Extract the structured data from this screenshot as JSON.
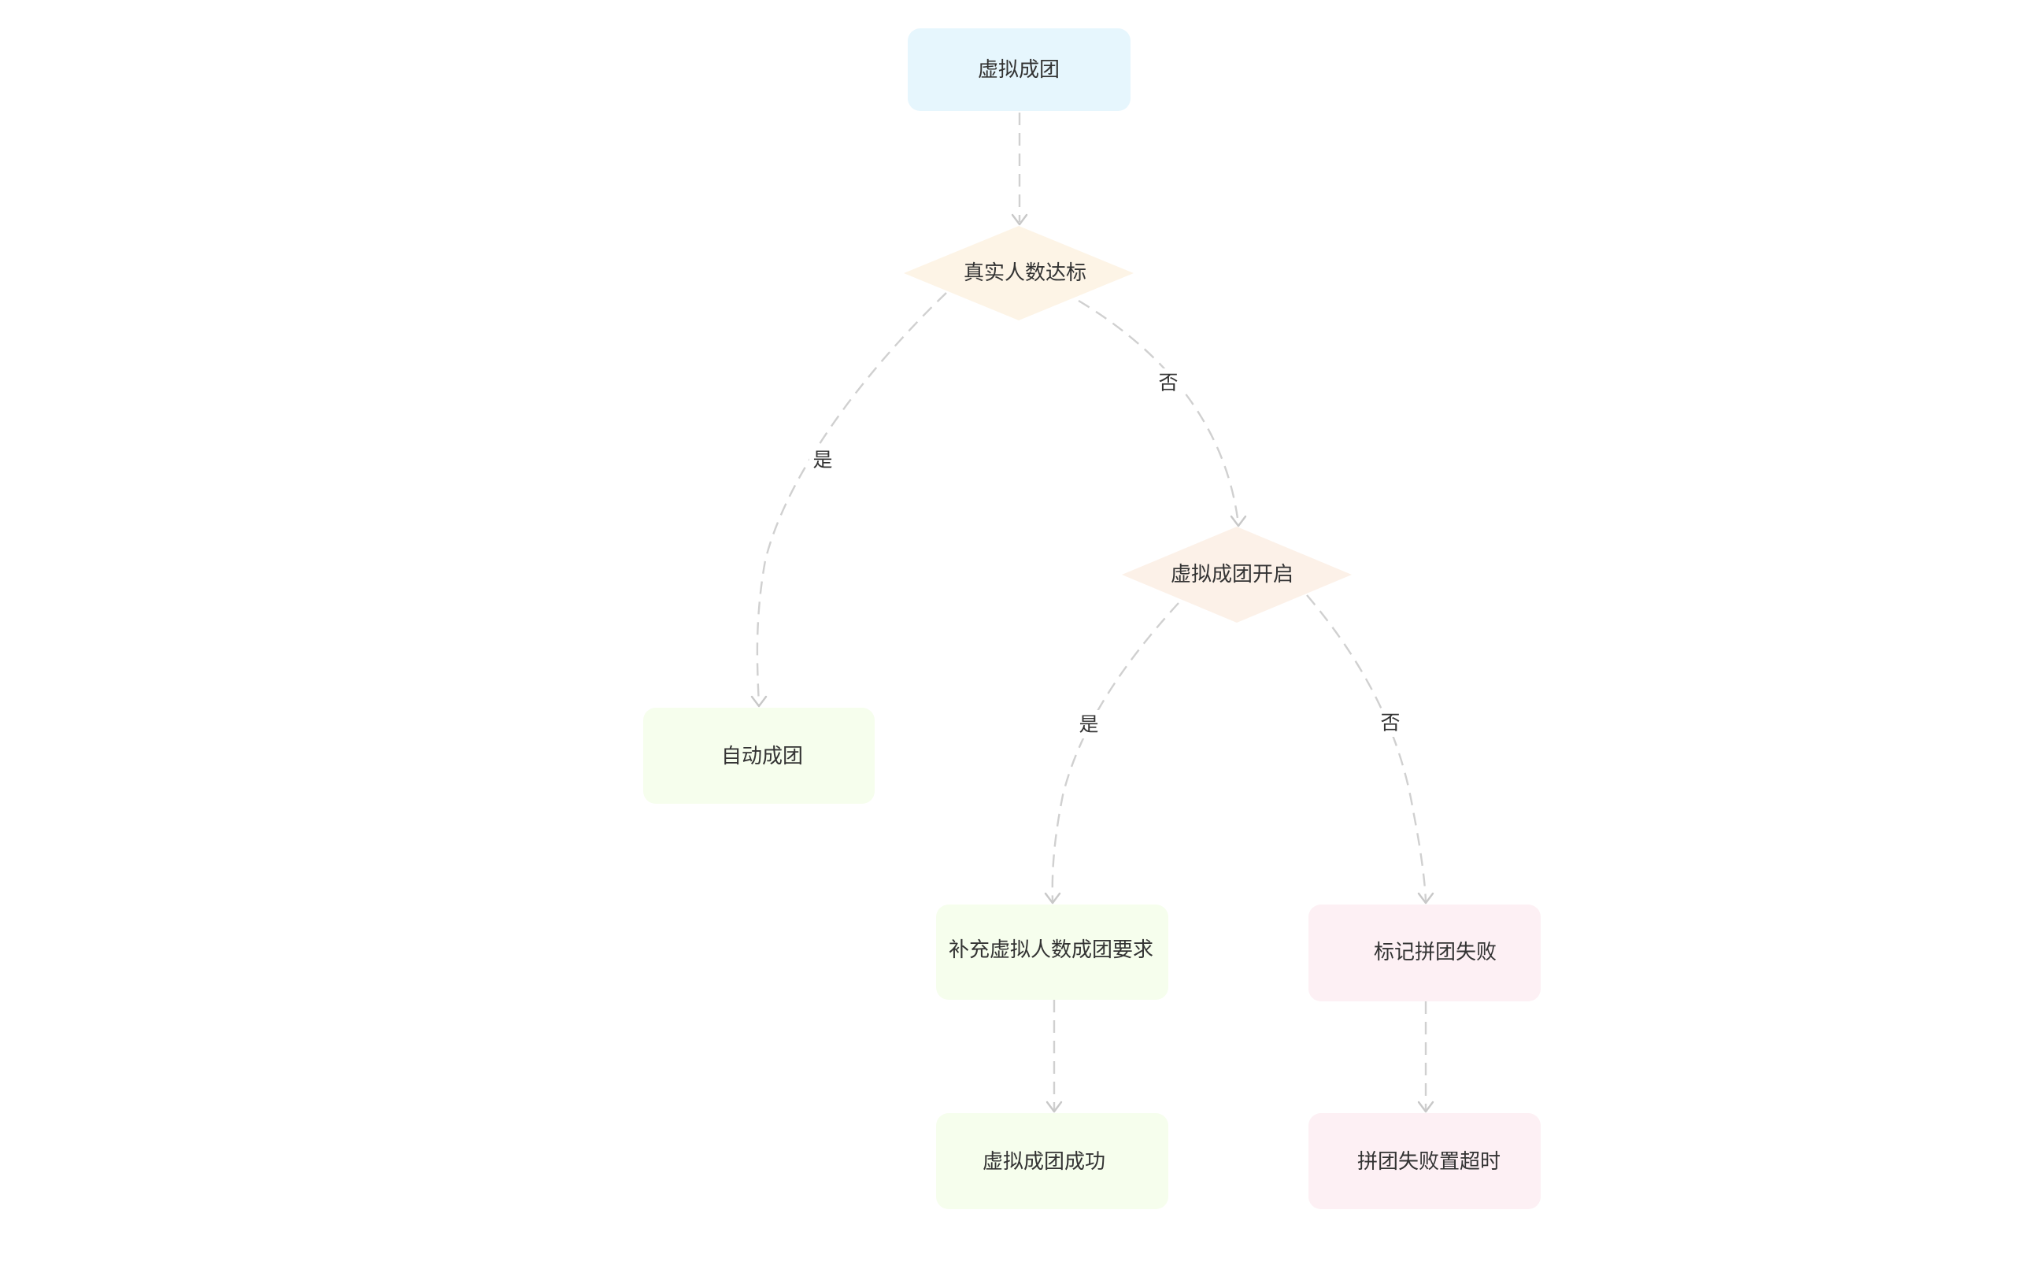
{
  "colors": {
    "start": "#e6f6fd",
    "decision_1": "#fdf4e6",
    "decision_2": "#fcf1e8",
    "success": "#f6feed",
    "failure": "#fdf0f4",
    "edge": "#d0d0d0",
    "text": "#333333"
  },
  "nodes": {
    "start": {
      "label": "虚拟成团",
      "shape": "rounded-rect"
    },
    "real_count_met": {
      "label": "真实人数达标",
      "shape": "diamond"
    },
    "virtual_enabled": {
      "label": "虚拟成团开启",
      "shape": "diamond"
    },
    "auto_group": {
      "label": "自动成团",
      "shape": "rounded-rect"
    },
    "fill_virtual": {
      "label": "补充虚拟人数成团要求",
      "shape": "rounded-rect"
    },
    "mark_failed": {
      "label": "标记拼团失败",
      "shape": "rounded-rect"
    },
    "virtual_success": {
      "label": "虚拟成团成功",
      "shape": "rounded-rect"
    },
    "failed_timeout": {
      "label": "拼团失败置超时",
      "shape": "rounded-rect"
    }
  },
  "edges": {
    "start_to_real": {
      "from": "start",
      "to": "real_count_met",
      "label": ""
    },
    "real_yes": {
      "from": "real_count_met",
      "to": "auto_group",
      "label": "是"
    },
    "real_no": {
      "from": "real_count_met",
      "to": "virtual_enabled",
      "label": "否"
    },
    "virtual_yes": {
      "from": "virtual_enabled",
      "to": "fill_virtual",
      "label": "是"
    },
    "virtual_no": {
      "from": "virtual_enabled",
      "to": "mark_failed",
      "label": "否"
    },
    "fill_to_success": {
      "from": "fill_virtual",
      "to": "virtual_success",
      "label": ""
    },
    "failed_to_timeout": {
      "from": "mark_failed",
      "to": "failed_timeout",
      "label": ""
    }
  }
}
